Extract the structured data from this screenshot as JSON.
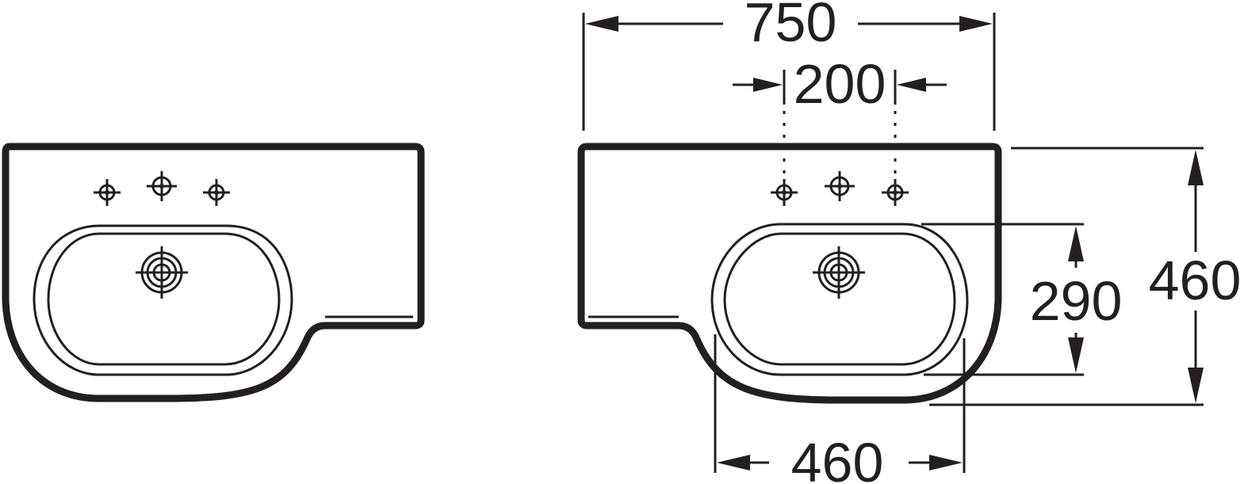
{
  "views": {
    "left_view": {
      "label": ""
    },
    "right_view": {
      "label": ""
    }
  },
  "dimensions": {
    "overall_width": "750",
    "tap_hole_spacing": "200",
    "bowl_depth": "290",
    "overall_depth": "460",
    "bowl_width": "460"
  },
  "colors": {
    "line": "#231f20",
    "background": "#ffffff"
  }
}
